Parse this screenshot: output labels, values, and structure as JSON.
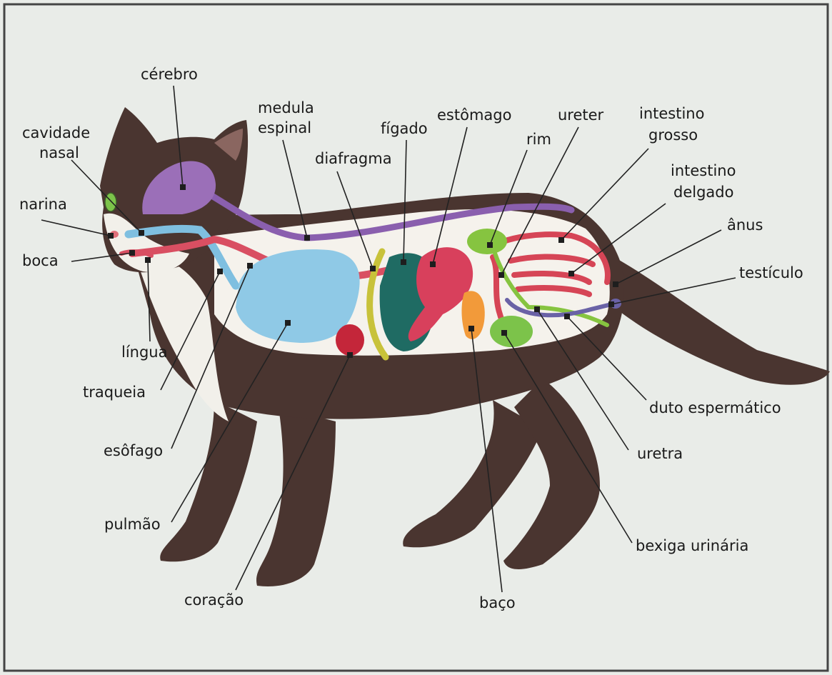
{
  "labels": {
    "cerebro": "cérebro",
    "medula": [
      "medula",
      "espinal"
    ],
    "cavidade_nasal": [
      "cavidade",
      "nasal"
    ],
    "figado": "fígado",
    "estomago": "estômago",
    "ureter": "ureter",
    "intestino_grosso": [
      "intestino",
      "grosso"
    ],
    "rim": "rim",
    "diafragma": "diafragma",
    "intestino_delgado": [
      "intestino",
      "delgado"
    ],
    "narina": "narina",
    "anus": "ânus",
    "boca": "boca",
    "testiculo": "testículo",
    "lingua": "língua",
    "traqueia": "traqueia",
    "duto_espermatico": "duto espermático",
    "esofago": "esôfago",
    "uretra": "uretra",
    "pulmao": "pulmão",
    "bexiga_urinaria": "bexiga urinária",
    "coracao": "coração",
    "baco": "baço"
  },
  "colors": {
    "fur_dark": "#4a3530",
    "fur_light": "#f2f0ea",
    "brain": "#9b6fb8",
    "spinal_cord": "#8a5fae",
    "lung": "#8fc9e6",
    "trachea": "#7fbfe0",
    "esophagus": "#d94f62",
    "heart": "#c4263a",
    "diaphragm": "#c8c23a",
    "liver": "#1f6b63",
    "stomach": "#d8405c",
    "spleen": "#f29a3a",
    "kidney": "#86c440",
    "bladder": "#7cc34a",
    "intestine": "#d64556",
    "sperm_duct": "#6a62a6"
  }
}
